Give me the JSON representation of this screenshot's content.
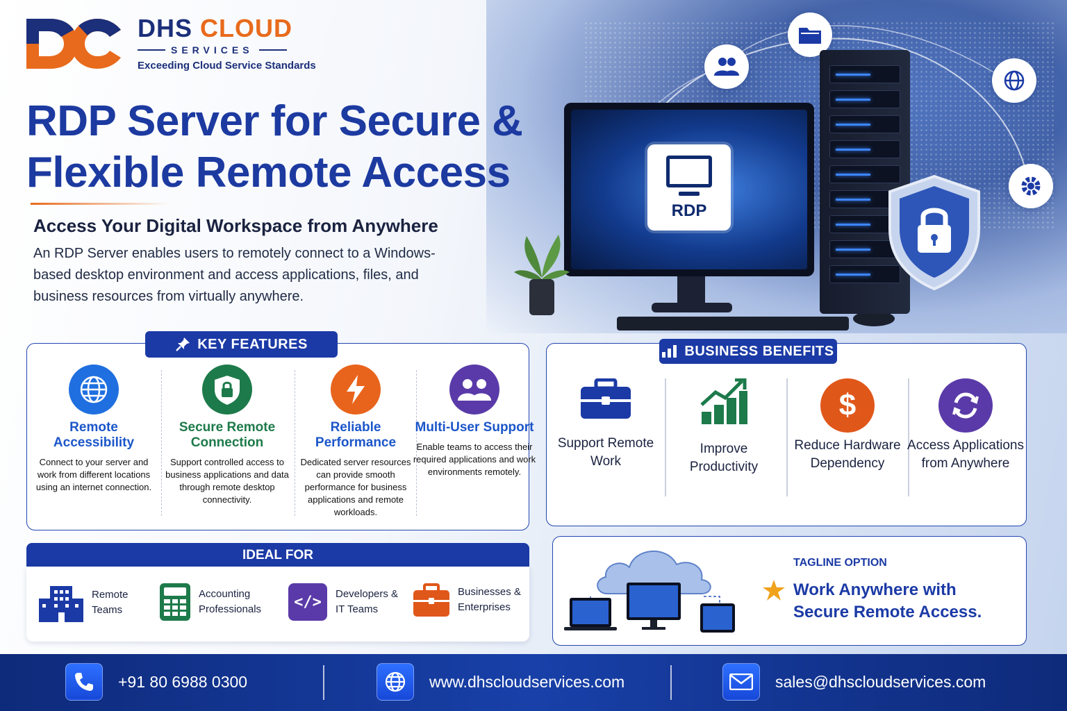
{
  "brand": {
    "name_part1": "DHS",
    "name_part2": "CLOUD",
    "services": "SERVICES",
    "tagline": "Exceeding Cloud Service Standards",
    "colors": {
      "navy": "#1b2f7a",
      "orange": "#e86a1c"
    }
  },
  "hero": {
    "title_line1": "RDP Server for Secure &",
    "title_line2": "Flexible Remote Access",
    "subtitle": "Access Your Digital Workspace from Anywhere",
    "description": "An RDP Server enables users to remotely connect to a Windows-based desktop environment and access applications, files, and business resources from virtually anywhere.",
    "screen_label": "RDP",
    "network_icons": [
      "users-icon",
      "folder-icon",
      "globe-icon",
      "gear-icon"
    ]
  },
  "key_features": {
    "heading": "KEY FEATURES",
    "items": [
      {
        "title": "Remote Accessibility",
        "desc": "Connect to your server and work from different locations using an internet connection.",
        "icon": "globe-icon",
        "color": "#1f6fe0",
        "title_color": "#1b56c9"
      },
      {
        "title": "Secure Remote Connection",
        "desc": "Support controlled access to business applications and data through remote desktop connectivity.",
        "icon": "lock-shield-icon",
        "color": "#1d7a4a",
        "title_color": "#1d7a4a"
      },
      {
        "title": "Reliable Performance",
        "desc": "Dedicated server resources can provide smooth performance for business applications and remote workloads.",
        "icon": "lightning-icon",
        "color": "#e8641c",
        "title_color": "#1b56c9"
      },
      {
        "title": "Multi-User Support",
        "desc": "Enable teams to access their required applications and work environments remotely.",
        "icon": "users-icon",
        "color": "#5a3aa8",
        "title_color": "#1b56c9"
      }
    ]
  },
  "business_benefits": {
    "heading": "BUSINESS BENEFITS",
    "items": [
      {
        "title": "Support Remote Work",
        "icon": "briefcase-icon"
      },
      {
        "title": "Improve Productivity",
        "icon": "growth-chart-icon"
      },
      {
        "title": "Reduce Hardware Dependency",
        "icon": "dollar-icon"
      },
      {
        "title": "Access Applications from Anywhere",
        "icon": "sync-icon"
      }
    ]
  },
  "ideal_for": {
    "heading": "IDEAL FOR",
    "items": [
      {
        "line1": "Remote",
        "line2": "Teams",
        "icon": "building-icon"
      },
      {
        "line1": "Accounting",
        "line2": "Professionals",
        "icon": "calculator-icon"
      },
      {
        "line1": "Developers &",
        "line2": "IT Teams",
        "icon": "code-icon"
      },
      {
        "line1": "Businesses &",
        "line2": "Enterprises",
        "icon": "briefcase-icon"
      }
    ]
  },
  "tagline": {
    "label": "TAGLINE OPTION",
    "line1": "Work Anywhere with",
    "line2": "Secure Remote Access."
  },
  "footer": {
    "phone": "+91 80 6988 0300",
    "website": "www.dhscloudservices.com",
    "email": "sales@dhscloudservices.com"
  }
}
